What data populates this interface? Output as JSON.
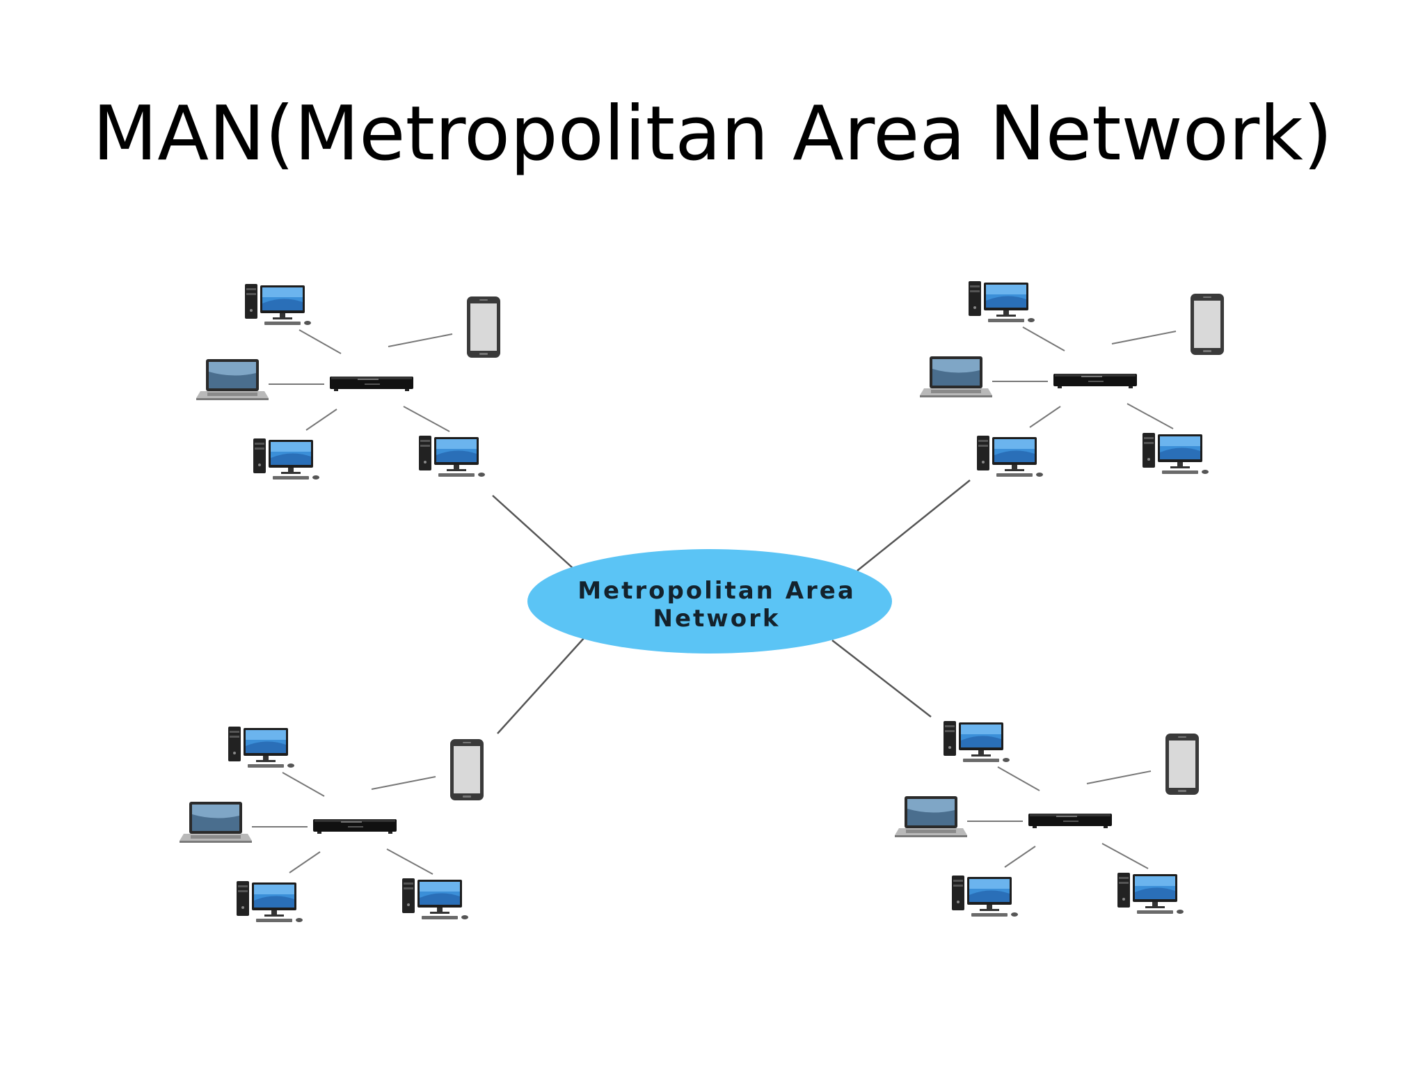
{
  "slide": {
    "title": "MAN(Metropolitan Area Network)"
  },
  "diagram": {
    "hub": {
      "label_line1": "Metropolitan Area",
      "label_line2": "Network",
      "fill_color": "#5bc4f5"
    },
    "link_color": "#555555",
    "clusters": [
      {
        "id": "top-left",
        "devices": [
          "desktop",
          "phone",
          "laptop",
          "desktop",
          "desktop"
        ]
      },
      {
        "id": "top-right",
        "devices": [
          "desktop",
          "phone",
          "laptop",
          "desktop",
          "desktop"
        ]
      },
      {
        "id": "bottom-left",
        "devices": [
          "desktop",
          "phone",
          "laptop",
          "desktop",
          "desktop"
        ]
      },
      {
        "id": "bottom-right",
        "devices": [
          "desktop",
          "phone",
          "laptop",
          "desktop",
          "desktop"
        ]
      }
    ],
    "icons": {
      "desktop": "desktop-computer-icon",
      "laptop": "laptop-icon",
      "phone": "smartphone-icon",
      "switch": "network-switch-icon"
    }
  }
}
